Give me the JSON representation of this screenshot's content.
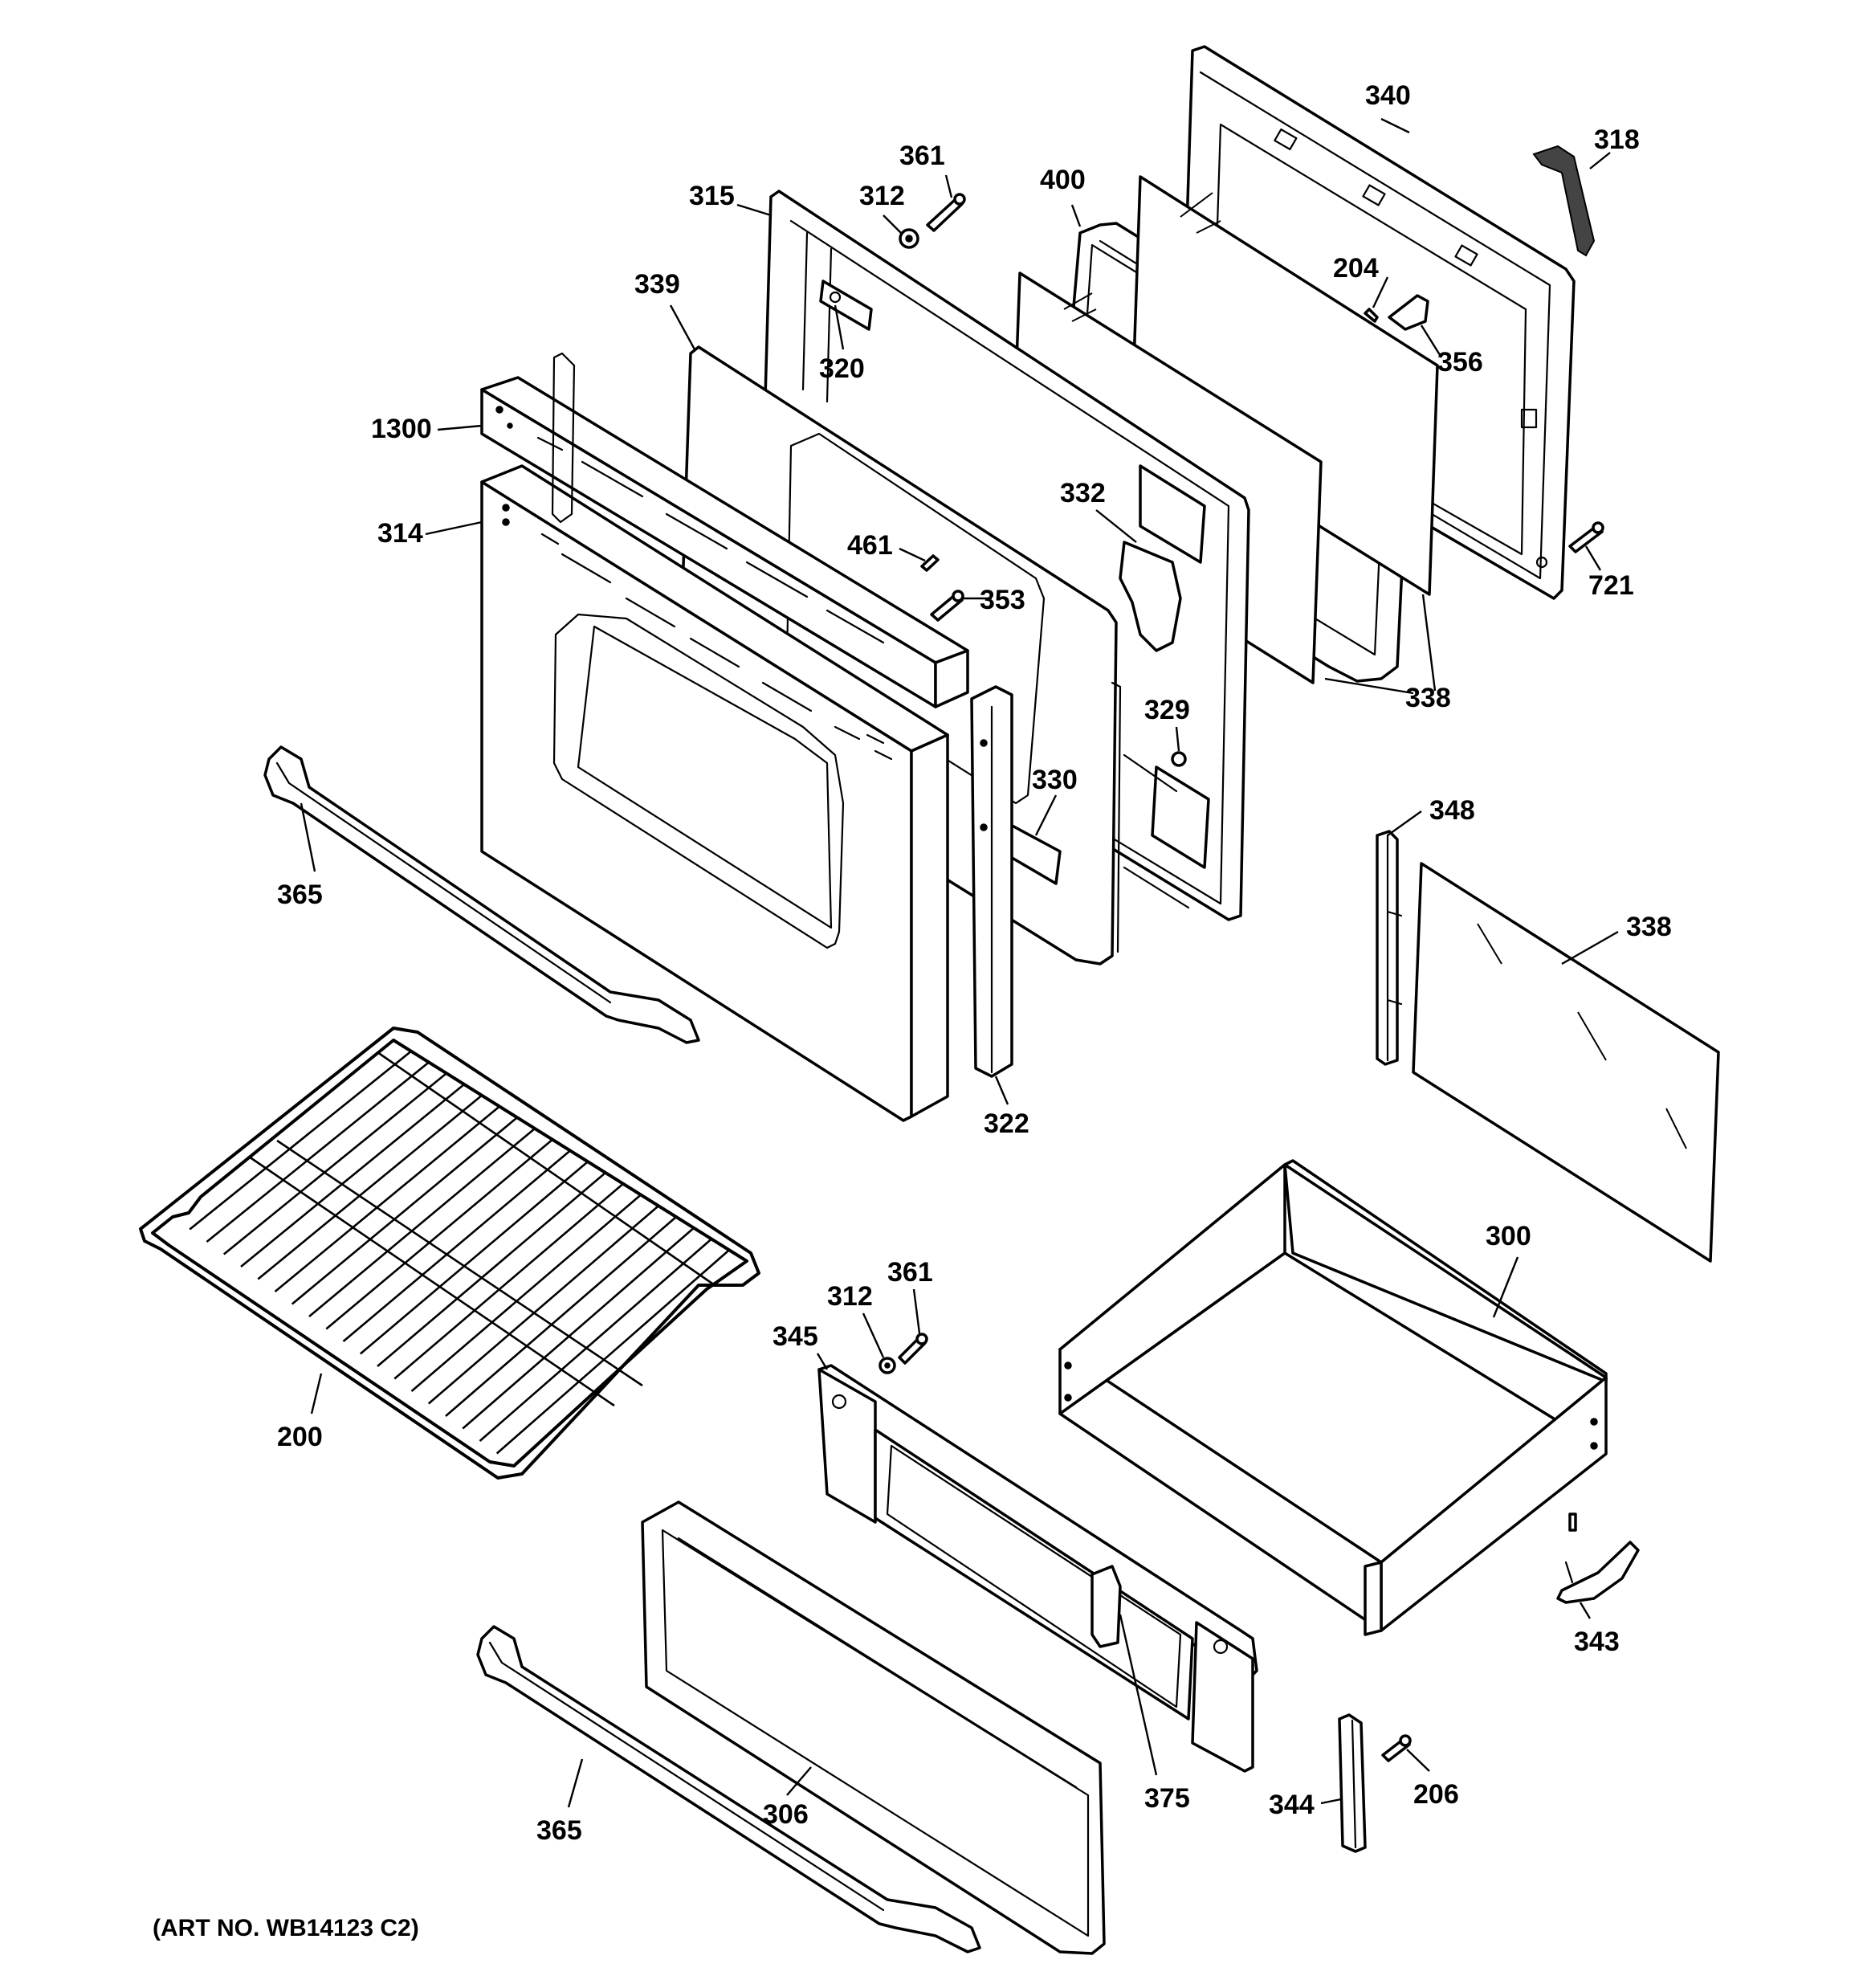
{
  "callouts": {
    "c340": "340",
    "c318": "318",
    "c361_top": "361",
    "c400": "400",
    "c315": "315",
    "c312_top": "312",
    "c204": "204",
    "c339": "339",
    "c320": "320",
    "c356": "356",
    "c1300": "1300",
    "c314": "314",
    "c332": "332",
    "c461": "461",
    "c353": "353",
    "c721": "721",
    "c338_upper": "338",
    "c329": "329",
    "c330": "330",
    "c348": "348",
    "c365_upper": "365",
    "c338_lower": "338",
    "c322": "322",
    "c300": "300",
    "c361_bottom": "361",
    "c312_bottom": "312",
    "c345": "345",
    "c200": "200",
    "c343": "343",
    "c375": "375",
    "c206": "206",
    "c344": "344",
    "c365_lower": "365",
    "c306": "306"
  },
  "art_number": "(ART NO. WB14123 C2)"
}
